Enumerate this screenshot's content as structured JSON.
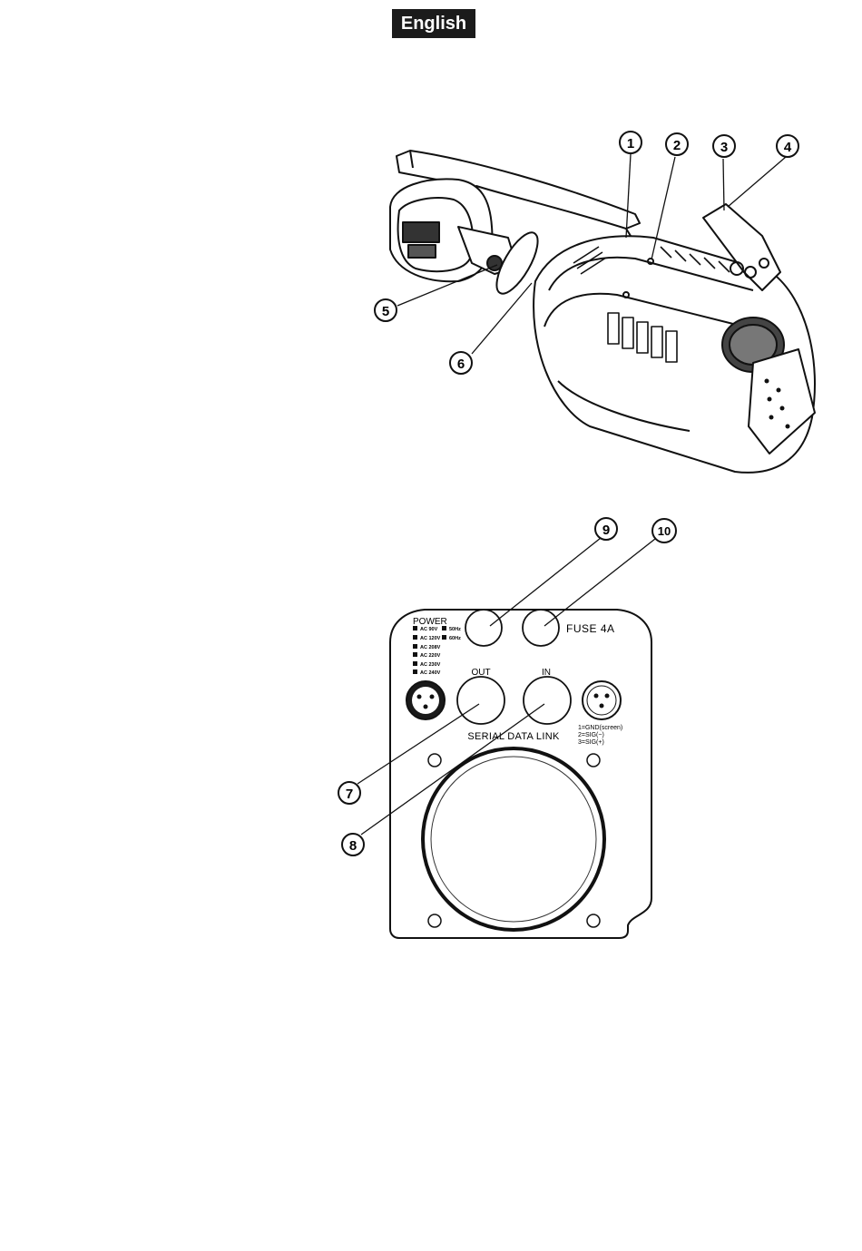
{
  "header": {
    "language_tab": "English"
  },
  "fixture_callouts": [
    "1",
    "2",
    "3",
    "4",
    "5",
    "6"
  ],
  "panel_callouts": [
    "7",
    "8",
    "9",
    "10"
  ],
  "rear_panel": {
    "power_title": "POWER",
    "voltages": [
      "AC 90V",
      "AC 120V",
      "AC 208V",
      "AC 220V",
      "AC 230V",
      "AC 240V"
    ],
    "frequencies": [
      "50Hz",
      "60Hz"
    ],
    "fuse_label": "FUSE 4A",
    "out_label": "OUT",
    "in_label": "IN",
    "serial_label": "SERIAL DATA LINK",
    "pin_legend": [
      "1=GND(screen)",
      "2=SIG(−)",
      "3=SIG(+)"
    ]
  }
}
